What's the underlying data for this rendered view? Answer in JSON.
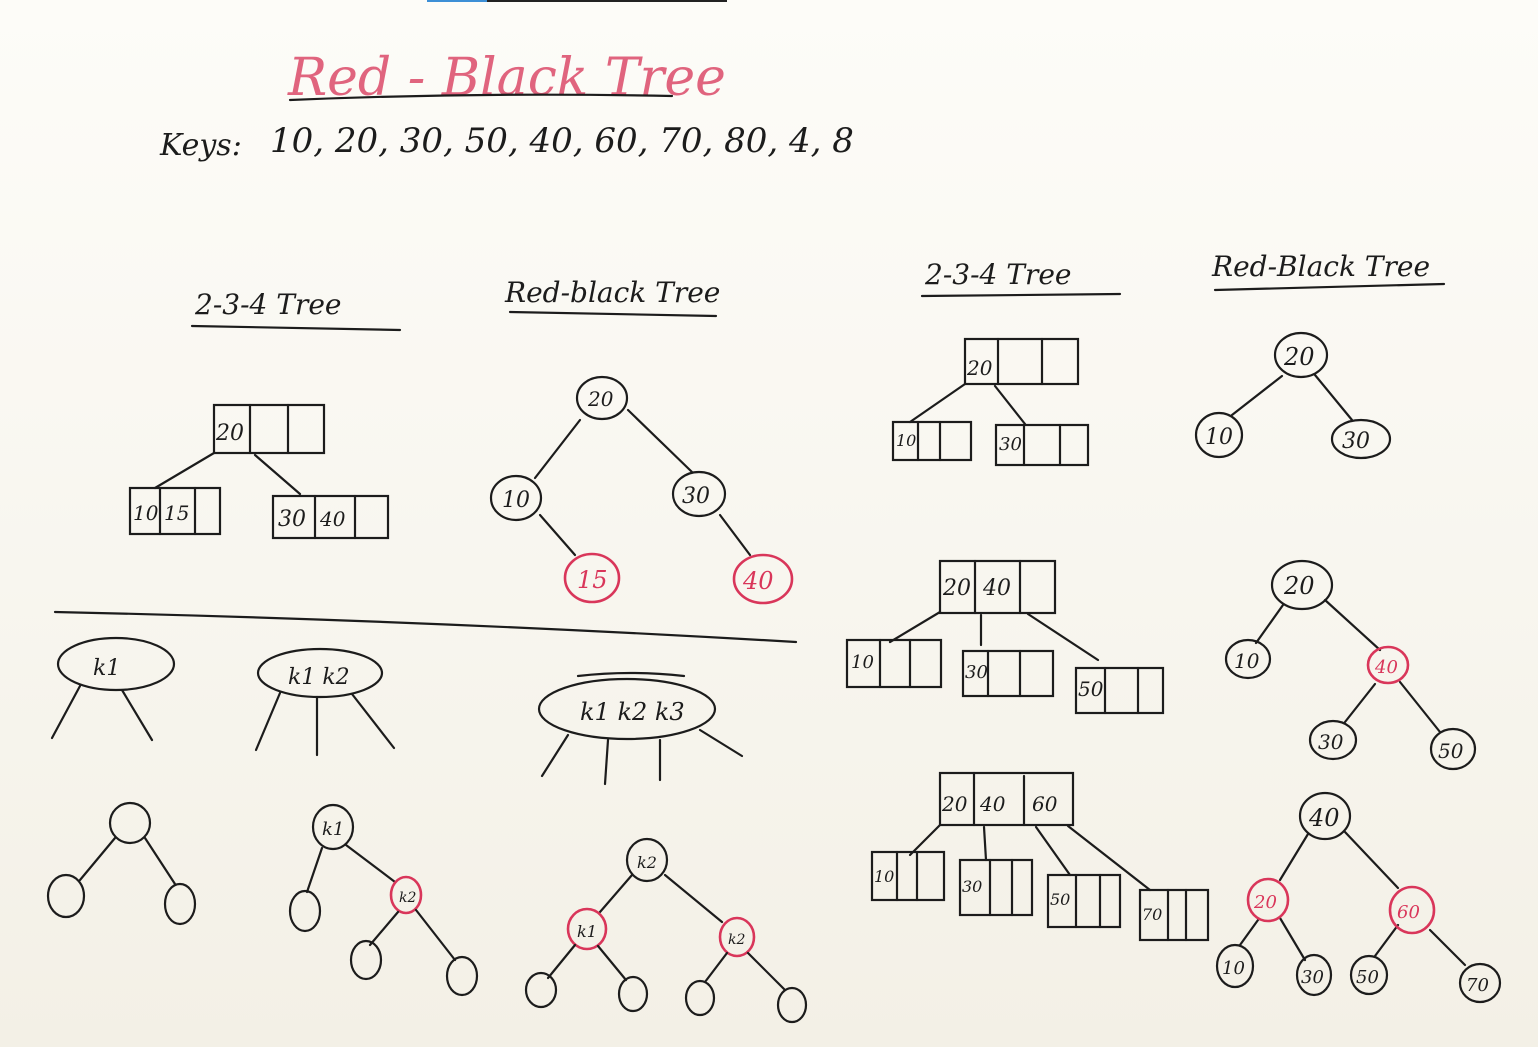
{
  "title": "Red - Black  Tree",
  "keys_label": "Keys:",
  "keys_value": "10, 20, 30, 50, 40, 60, 70, 80, 4, 8",
  "left": {
    "heading_234": "2-3-4  Tree",
    "heading_rb": "Red-black  Tree",
    "tree234": {
      "root": [
        "20",
        "",
        ""
      ],
      "left": [
        "10",
        "15",
        ""
      ],
      "right": [
        "30",
        "40",
        ""
      ]
    },
    "rbtree": {
      "root": "20",
      "left": "10",
      "right": "30",
      "left_child": "15",
      "right_child": "40"
    },
    "nodes": {
      "k1": "k1",
      "k1k2": "k1  k2",
      "k1k2k3": "k1  k2  k3",
      "k1_sub": "k1",
      "k2_sub": "k2"
    }
  },
  "right": {
    "heading_234": "2-3-4  Tree",
    "heading_rb": "Red-Black  Tree",
    "step1": {
      "root": "20",
      "left": "10",
      "right": "30"
    },
    "step2": {
      "root": [
        "20",
        "40"
      ],
      "c1": "10",
      "c2": "30",
      "c3": "50",
      "rb_root": "20",
      "rb_left": "10",
      "rb_red": "40",
      "rb_ll": "30",
      "rb_rr": "50"
    },
    "step3": {
      "root": [
        "20",
        "40",
        "60"
      ],
      "c1": "10",
      "c2": "30",
      "c3": "50",
      "c4": "70",
      "rb_root": "40",
      "rb_red_l": "20",
      "rb_red_r": "60",
      "l1": "10",
      "l2": "30",
      "r1": "50",
      "r2": "70"
    }
  },
  "colors": {
    "ink": "#1c1c1c",
    "red": "#d9365a"
  }
}
